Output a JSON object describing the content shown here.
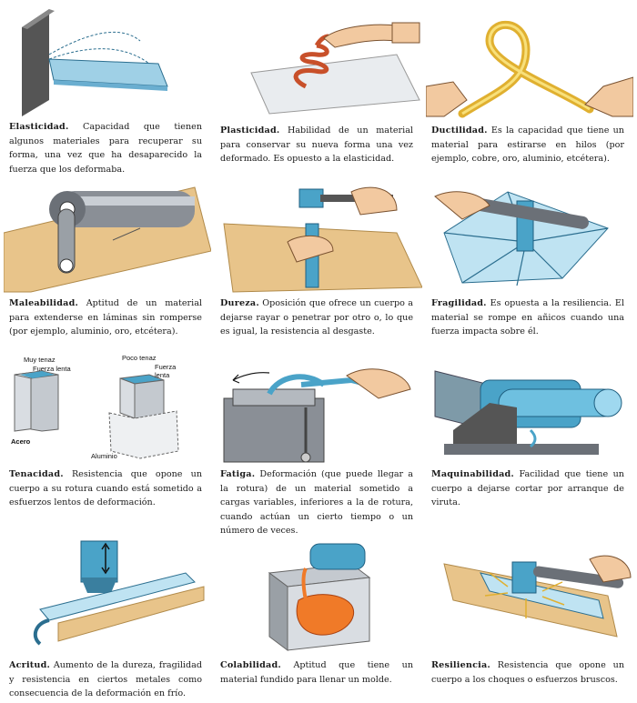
{
  "items": [
    {
      "term": "Elasticidad.",
      "text": " Capacidad que tienen algunos materiales para recuperar su forma, una vez que ha desaparecido la fuerza que los deformaba."
    },
    {
      "term": "Plasticidad.",
      "text": " Habilidad de un material para conservar su nueva forma una vez deformado. Es opuesto a la elasticidad."
    },
    {
      "term": "Ductilidad.",
      "text": " Es la capacidad que tiene un material para estirarse en hilos (por ejemplo, cobre, oro, aluminio, etcétera)."
    },
    {
      "term": "Maleabilidad.",
      "text": " Aptitud de un material para extenderse en láminas sin romperse (por ejemplo, aluminio, oro, etcétera)."
    },
    {
      "term": "Dureza.",
      "text": " Oposición que ofrece un cuerpo a dejarse rayar o penetrar por otro o, lo que es igual, la resistencia al desgaste."
    },
    {
      "term": "Fragilidad.",
      "text": " Es opuesta a la resiliencia. El material se rompe en añicos cuando una fuerza impacta sobre él."
    },
    {
      "term": "Tenacidad.",
      "text": " Resistencia que opone un cuerpo a su rotura cuando está sometido a esfuerzos lentos de deformación."
    },
    {
      "term": "Fatiga.",
      "text": " Deformación (que puede llegar a la rotura) de un material sometido a cargas variables, inferiores a la de rotura, cuando actúan un cierto tiempo o un número de veces."
    },
    {
      "term": "Maquinabilidad.",
      "text": " Facilidad que tiene un cuerpo a dejarse cortar por arranque de viruta."
    },
    {
      "term": "Acritud.",
      "text": " Aumento de la dureza, fragilidad y resistencia en ciertos metales como consecuencia de la deformación en frío."
    },
    {
      "term": "Colabilidad.",
      "text": " Aptitud que tiene un material fundido para llenar un molde."
    },
    {
      "term": "Resiliencia.",
      "text": " Resistencia que opone un cuerpo a los choques o esfuerzos bruscos."
    }
  ],
  "tenacidad_labels": {
    "muy_tenaz": "Muy tenaz",
    "fuerza_lenta_1": "Fuerza lenta",
    "acero": "Acero",
    "poco_tenaz": "Poco tenaz",
    "fuerza": "Fuerza",
    "lenta": "lenta",
    "aluminio": "Aluminio"
  },
  "colors": {
    "metal_blue": "#4aa3c8",
    "wood": "#e8c48a",
    "gold": "#e0b030",
    "copper": "#c8502a",
    "skin": "#f2c9a0"
  }
}
